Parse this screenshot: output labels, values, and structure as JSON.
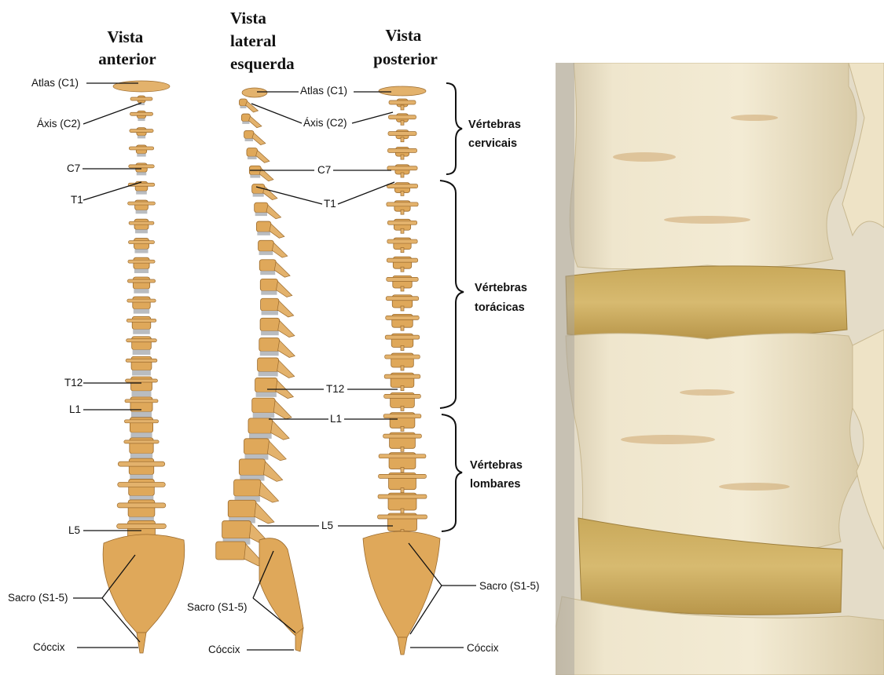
{
  "views": {
    "anterior": [
      "Vista",
      "anterior"
    ],
    "lateral": [
      "Vista",
      "lateral",
      "esquerda"
    ],
    "posterior": [
      "Vista",
      "posterior"
    ]
  },
  "labels": {
    "atlas": "Atlas (C1)",
    "axis": "Áxis (C2)",
    "c7": "C7",
    "t1": "T1",
    "t12": "T12",
    "l1": "L1",
    "l5": "L5",
    "sacro": "Sacro (S1-5)",
    "coccix": "Cóccix"
  },
  "groups": {
    "cervical": [
      "Vértebras",
      "cervicais"
    ],
    "toracica": [
      "Vértebras",
      "torácicas"
    ],
    "lombar": [
      "Vértebras",
      "lombares"
    ]
  },
  "colors": {
    "bone": "#dfa85a",
    "disc": "#b9bcc0",
    "photo_bone": "#efe6cd",
    "photo_disc": "#d4b66a"
  }
}
